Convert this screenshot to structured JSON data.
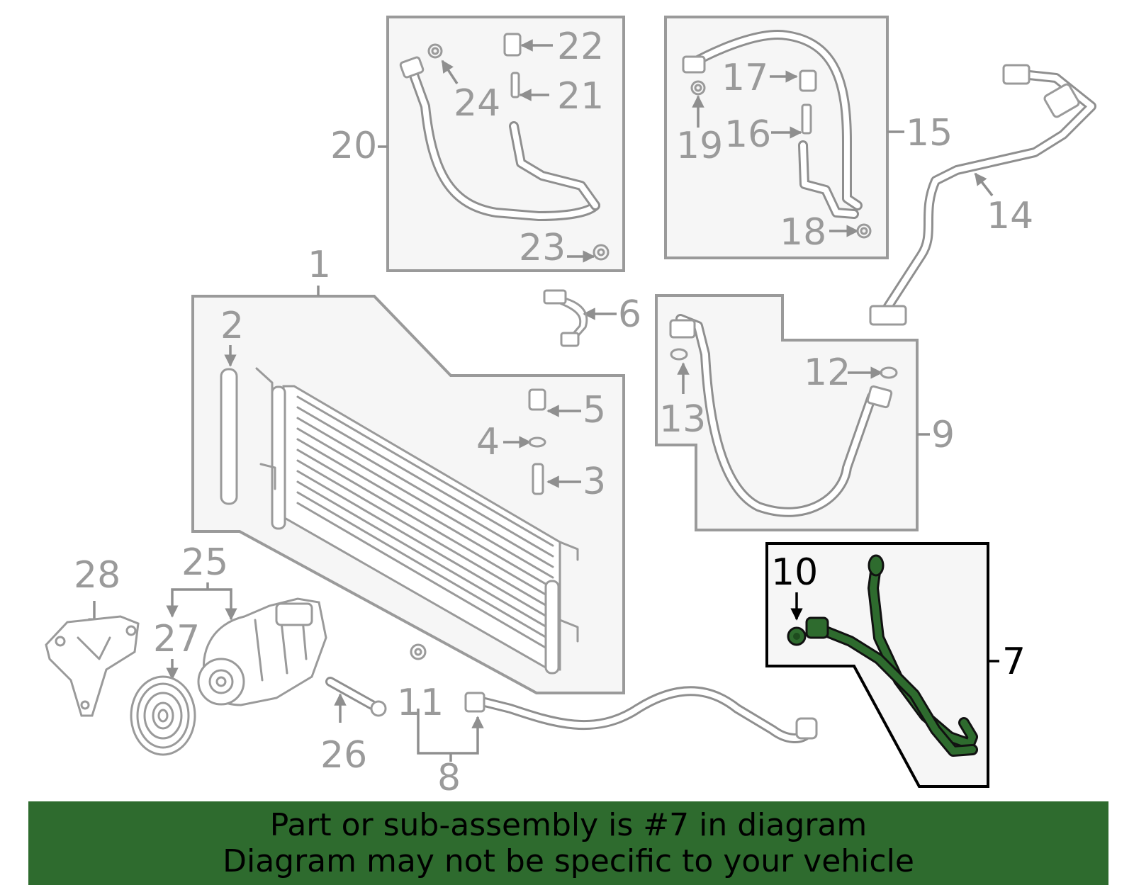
{
  "callouts": [
    {
      "id": "1",
      "label": "1"
    },
    {
      "id": "2",
      "label": "2"
    },
    {
      "id": "3",
      "label": "3"
    },
    {
      "id": "4",
      "label": "4"
    },
    {
      "id": "5",
      "label": "5"
    },
    {
      "id": "6",
      "label": "6"
    },
    {
      "id": "7",
      "label": "7",
      "highlighted": true
    },
    {
      "id": "8",
      "label": "8"
    },
    {
      "id": "9",
      "label": "9"
    },
    {
      "id": "10",
      "label": "10",
      "highlighted": true
    },
    {
      "id": "11",
      "label": "11"
    },
    {
      "id": "12",
      "label": "12"
    },
    {
      "id": "13",
      "label": "13"
    },
    {
      "id": "14",
      "label": "14"
    },
    {
      "id": "15",
      "label": "15"
    },
    {
      "id": "16",
      "label": "16"
    },
    {
      "id": "17",
      "label": "17"
    },
    {
      "id": "18",
      "label": "18"
    },
    {
      "id": "19",
      "label": "19"
    },
    {
      "id": "20",
      "label": "20"
    },
    {
      "id": "21",
      "label": "21"
    },
    {
      "id": "22",
      "label": "22"
    },
    {
      "id": "23",
      "label": "23"
    },
    {
      "id": "24",
      "label": "24"
    },
    {
      "id": "25",
      "label": "25"
    },
    {
      "id": "26",
      "label": "26"
    },
    {
      "id": "27",
      "label": "27"
    },
    {
      "id": "28",
      "label": "28"
    }
  ],
  "banner": {
    "line1": "Part or sub-assembly is #7 in diagram",
    "line2": "Diagram may not be specific to your vehicle"
  },
  "colors": {
    "highlight": "#2e6b2e",
    "lines": "#9a9a9a",
    "panel_fill": "#f6f6f6"
  }
}
